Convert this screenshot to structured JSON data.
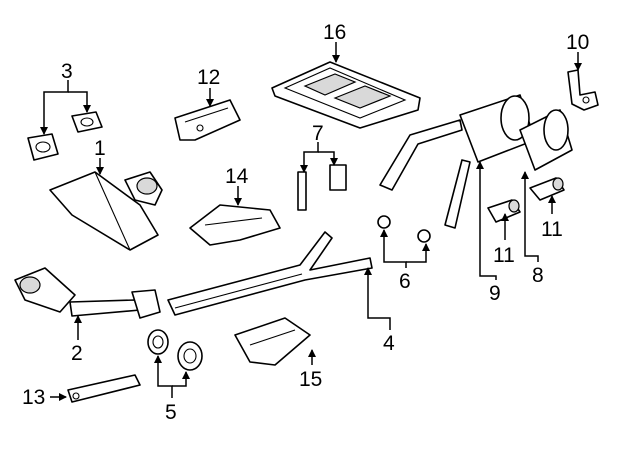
{
  "callouts": {
    "c1": "1",
    "c2": "2",
    "c3": "3",
    "c4": "4",
    "c5": "5",
    "c6": "6",
    "c7": "7",
    "c8": "8",
    "c9": "9",
    "c10": "10",
    "c11a": "11",
    "c11b": "11",
    "c12": "12",
    "c13": "13",
    "c14": "14",
    "c15": "15",
    "c16": "16"
  }
}
